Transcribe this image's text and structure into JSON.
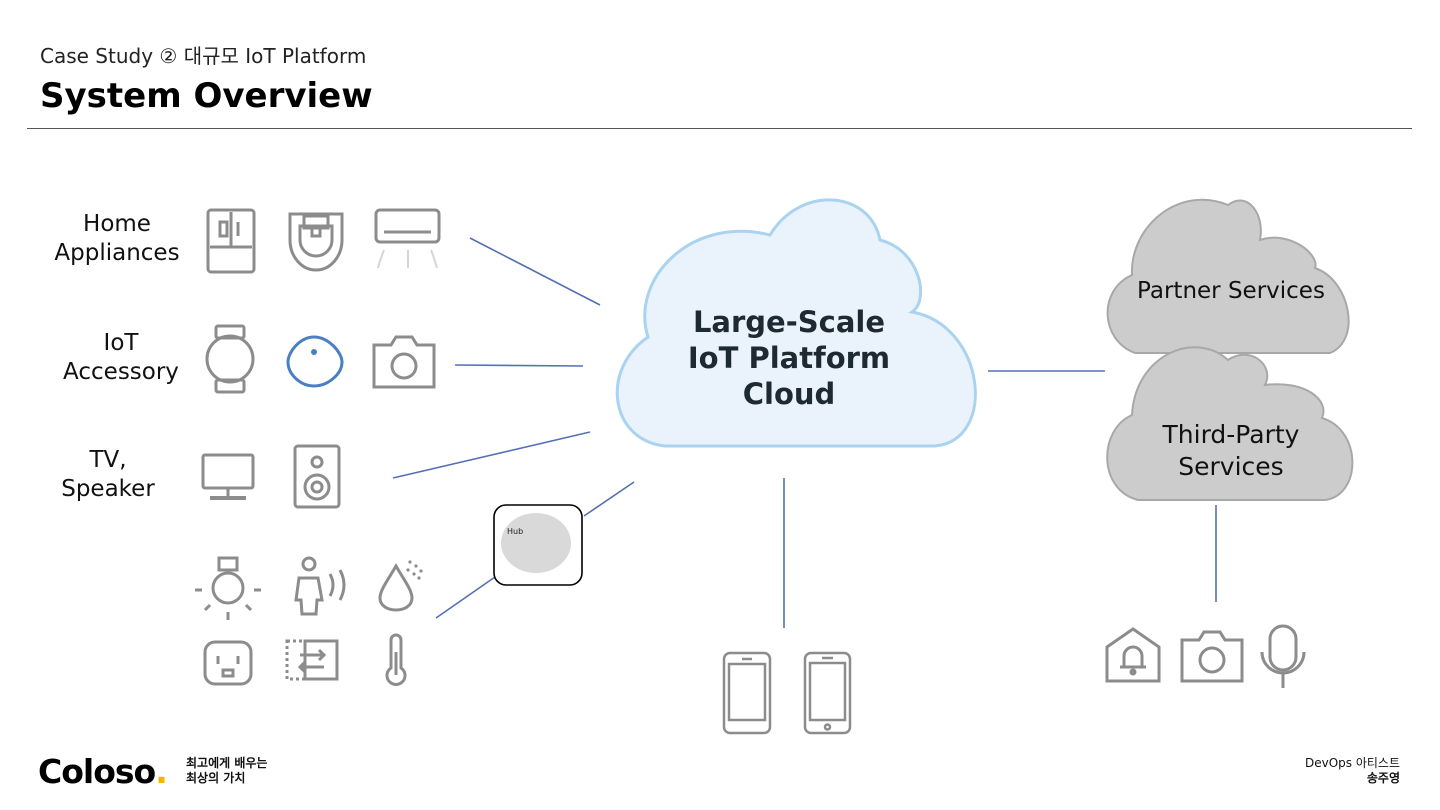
{
  "header": {
    "subtitle": "Case Study ② 대규모 IoT Platform",
    "title": "System Overview"
  },
  "groups": {
    "home_appliances": "Home\nAppliances",
    "iot_accessory": "IoT\nAccessory",
    "tv_speaker": "TV,\nSpeaker"
  },
  "hub": {
    "label": "Hub"
  },
  "clouds": {
    "main": [
      "Large-Scale",
      "IoT Platform",
      "Cloud"
    ],
    "partner": "Partner Services",
    "third_party": [
      "Third-Party",
      "Services"
    ]
  },
  "colors": {
    "main_cloud_fill": "#eaf3fb",
    "main_cloud_stroke": "#a9d3f0",
    "service_cloud_fill": "#cccccc",
    "service_cloud_stroke": "#a8a8a8",
    "connector": "#5470b4",
    "icon_gray": "#8c8c8c",
    "accent_blue": "#4a7fc1",
    "brand_dot": "#f5b400"
  },
  "footer": {
    "logo_text": "Coloso",
    "logo_dot": ".",
    "tagline": [
      "최고에게 배우는",
      "최상의 가치"
    ],
    "author_role": "DevOps 아티스트",
    "author_name": "송주영"
  }
}
